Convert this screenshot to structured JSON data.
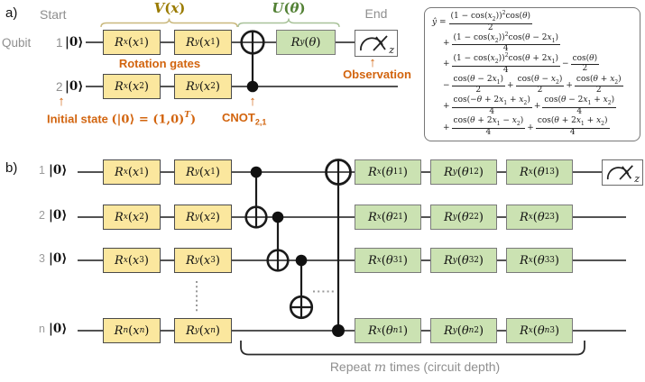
{
  "panel_a": {
    "tag": "a)",
    "start_label": "Start",
    "end_label": "End",
    "v_block": "V(x)",
    "u_block": "U(θ)",
    "qubit_word": "Qubit",
    "q1_num": "1",
    "q2_num": "2",
    "ket": "|0⟩",
    "gates": {
      "rx1": "R_x(x_1)",
      "ry1": "R_y(x_1)",
      "rx2": "R_x(x_2)",
      "ry2": "R_y(x_2)",
      "ry_theta": "R_y(θ)"
    },
    "meter_sub": "z",
    "annotations": {
      "rotation": "Rotation gates",
      "arrow": "↑",
      "initial_pre": "Initial state ",
      "initial_math": "(|0⟩ = (1,0)",
      "initial_sup": "T",
      "initial_close": ")",
      "cnot_text": "CNOT",
      "cnot_sub": "2,1",
      "observation": "Observation"
    }
  },
  "formula": {
    "lines": [
      {
        "lead": "ŷ =",
        "terms": [
          {
            "op": "",
            "num": "(1 − cos(x_2))^2cos(θ)",
            "den": "2"
          }
        ]
      },
      {
        "terms": [
          {
            "op": "+",
            "num": "(1 − cos(x_2))^2cos(θ − 2x_1)",
            "den": "4"
          }
        ]
      },
      {
        "terms": [
          {
            "op": "+",
            "num": "(1 − cos(x_2))^2cos(θ + 2x_1)",
            "den": "4"
          },
          {
            "op": "−",
            "num": "cos(θ)",
            "den": "2"
          }
        ]
      },
      {
        "terms": [
          {
            "op": "−",
            "num": "cos(θ − 2x_1)",
            "den": "2"
          },
          {
            "op": "+",
            "num": "cos(θ − x_2)",
            "den": "2"
          },
          {
            "op": "+",
            "num": "cos(θ + x_2)",
            "den": "2"
          }
        ]
      },
      {
        "terms": [
          {
            "op": "+",
            "num": "cos(−θ + 2x_1 + x_2)",
            "den": "4"
          },
          {
            "op": "+",
            "num": "cos(θ − 2x_1 + x_2)",
            "den": "4"
          }
        ]
      },
      {
        "terms": [
          {
            "op": "+",
            "num": "cos(θ + 2x_1 − x_2)",
            "den": "4"
          },
          {
            "op": "+",
            "num": "cos(θ + 2x_1 + x_2)",
            "den": "4"
          }
        ]
      }
    ]
  },
  "panel_b": {
    "tag": "b)",
    "rows": [
      {
        "num": "1",
        "ket": "|0⟩",
        "in": [
          "R_x(x_1)",
          "R_y(x_1)"
        ],
        "out": [
          "R_x(θ_{11})",
          "R_y(θ_{12})",
          "R_x(θ_{13})"
        ],
        "meter": true
      },
      {
        "num": "2",
        "ket": "|0⟩",
        "in": [
          "R_x(x_2)",
          "R_y(x_2)"
        ],
        "out": [
          "R_x(θ_{21})",
          "R_y(θ_{22})",
          "R_x(θ_{23})"
        ],
        "meter": false
      },
      {
        "num": "3",
        "ket": "|0⟩",
        "in": [
          "R_x(x_3)",
          "R_y(x_3)"
        ],
        "out": [
          "R_x(θ_{31})",
          "R_y(θ_{32})",
          "R_x(θ_{33})"
        ],
        "meter": false
      },
      {
        "num": "n",
        "ket": "|0⟩",
        "in": [
          "R_n(x_n)",
          "R_y(x_n)"
        ],
        "out": [
          "R_x(θ_{n1})",
          "R_y(θ_{n2})",
          "R_x(θ_{n3})"
        ],
        "meter": false
      }
    ],
    "cnots": [
      {
        "control": "1",
        "target": "2"
      },
      {
        "control": "2",
        "target": "3"
      },
      {
        "control": "3",
        "target": "…"
      },
      {
        "control": "n",
        "target": "1"
      }
    ],
    "meter_sub": "z",
    "repeat_pre": "Repeat ",
    "repeat_var": "m",
    "repeat_post": " times (circuit depth)"
  },
  "colors": {
    "annotation_orange": "#d2640e",
    "v_block_gold": "#9a7b00",
    "u_block_green": "#538135",
    "gate_yellow": "#fbe79e",
    "gate_green": "#cbe2b2",
    "label_gray": "#8f8f8f",
    "wire_black": "#1a1a1a"
  }
}
